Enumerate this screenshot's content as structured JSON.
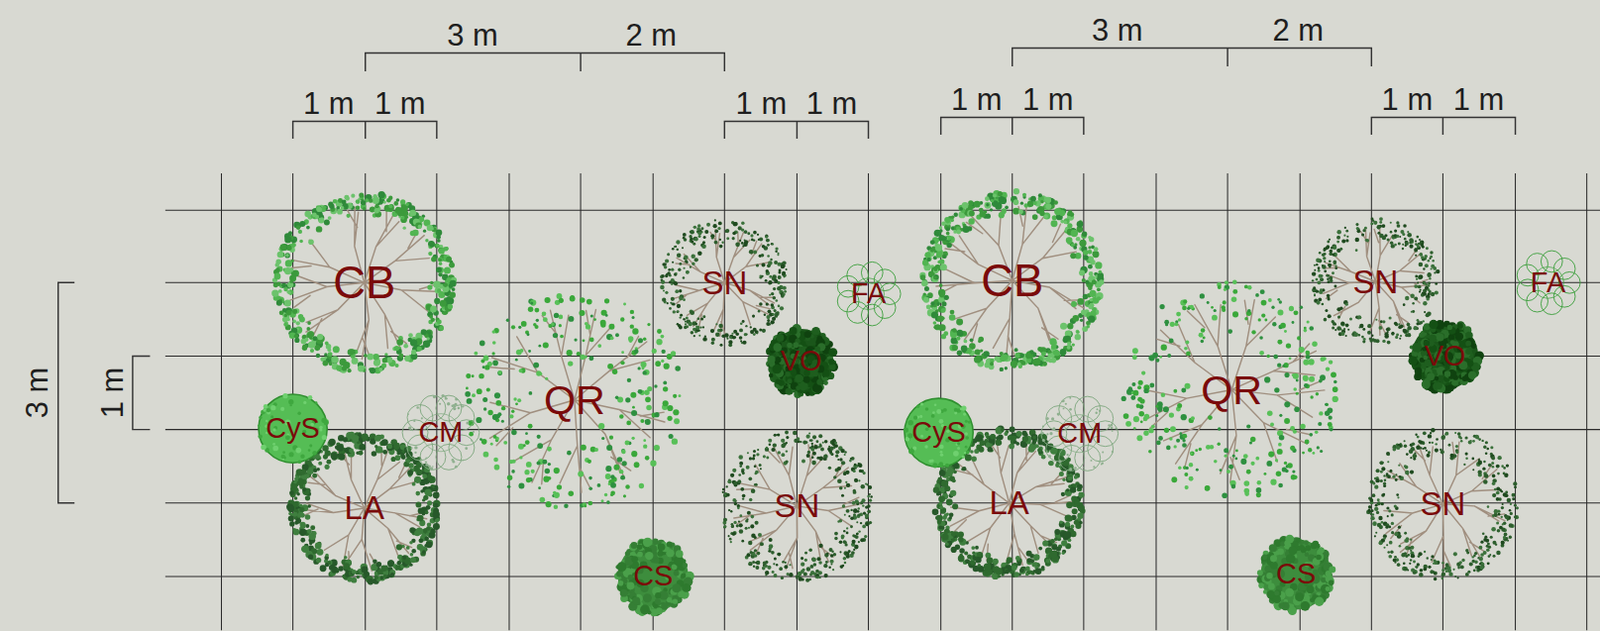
{
  "diagram": {
    "nodes": [
      {
        "text": [
          "CB"
        ]
      },
      {
        "text": [
          "SN"
        ]
      },
      {
        "text": [
          "FA"
        ]
      },
      {
        "text": [
          "CB"
        ]
      },
      {
        "text": [
          "SN"
        ]
      },
      {
        "text": [
          "FA"
        ]
      },
      {
        "text": [
          "VO"
        ]
      },
      {
        "text": [
          "VO"
        ]
      },
      {
        "text": [
          "QR"
        ]
      },
      {
        "text": [
          "QR"
        ]
      },
      {
        "text": [
          "CyS"
        ]
      },
      {
        "text": [
          "CM"
        ]
      },
      {
        "text": [
          "CyS"
        ]
      },
      {
        "text": [
          "CM"
        ]
      },
      {
        "text": [
          "LA"
        ]
      },
      {
        "text": [
          "SN"
        ]
      },
      {
        "text": [
          "LA"
        ]
      },
      {
        "text": [
          "SN"
        ]
      },
      {
        "text": [
          "CS"
        ]
      },
      {
        "text": [
          "CS"
        ]
      }
    ],
    "labels": [
      "3 m",
      "2 m",
      "3 m",
      "2 m",
      "1 m",
      "1 m",
      "1 m",
      "1 m",
      "1 m",
      "1 m",
      "1 m",
      "1 m",
      "3 m",
      "1 m"
    ]
  }
}
